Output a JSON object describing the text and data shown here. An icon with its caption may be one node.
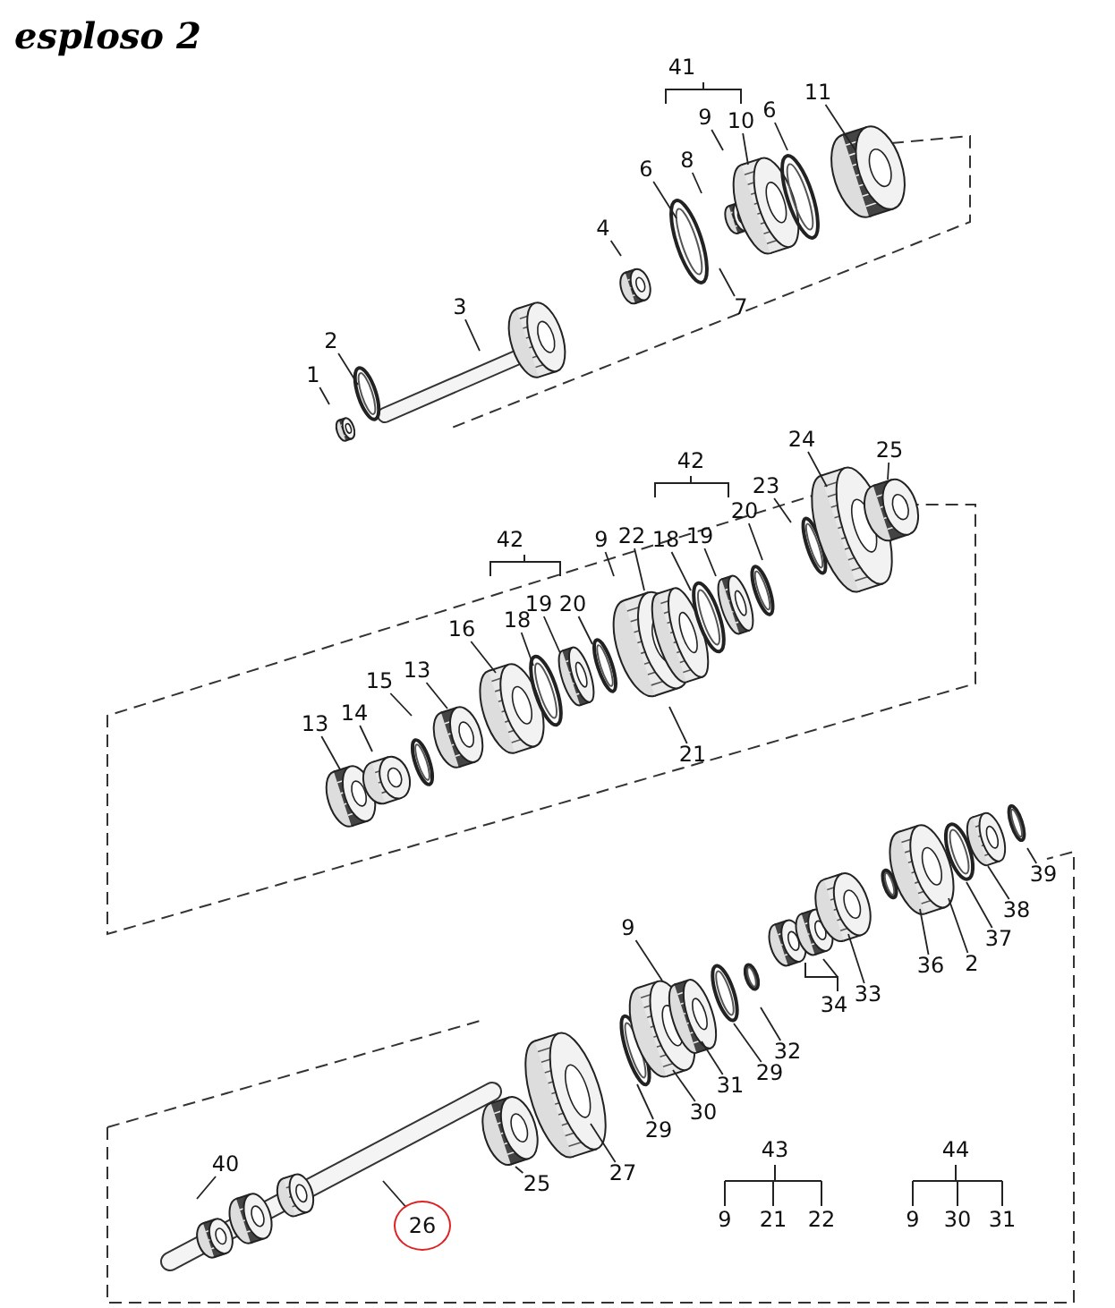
{
  "diagram": {
    "title": "esploso 2",
    "nodes": [
      {
        "text": [
          "9"
        ]
      },
      {
        "text": [
          "10"
        ]
      },
      {
        "text": [
          "6"
        ]
      },
      {
        "text": [
          "11"
        ]
      },
      {
        "text": [
          "8"
        ]
      },
      {
        "text": [
          "6"
        ]
      },
      {
        "text": [
          "4"
        ]
      },
      {
        "text": [
          "7"
        ]
      },
      {
        "text": [
          "3"
        ]
      },
      {
        "text": [
          "2"
        ]
      },
      {
        "text": [
          "1"
        ]
      },
      {
        "text": [
          "24"
        ]
      },
      {
        "text": [
          "25"
        ]
      },
      {
        "text": [
          "23"
        ]
      },
      {
        "text": [
          "9"
        ]
      },
      {
        "text": [
          "22"
        ]
      },
      {
        "text": [
          "18"
        ]
      },
      {
        "text": [
          "19"
        ]
      },
      {
        "text": [
          "20"
        ]
      },
      {
        "text": [
          "19"
        ]
      },
      {
        "text": [
          "20"
        ]
      },
      {
        "text": [
          "18"
        ]
      },
      {
        "text": [
          "16"
        ]
      },
      {
        "text": [
          "13"
        ]
      },
      {
        "text": [
          "15"
        ]
      },
      {
        "text": [
          "14"
        ]
      },
      {
        "text": [
          "13"
        ]
      },
      {
        "text": [
          "21"
        ]
      },
      {
        "text": [
          "39"
        ]
      },
      {
        "text": [
          "38"
        ]
      },
      {
        "text": [
          "37"
        ]
      },
      {
        "text": [
          "36"
        ]
      },
      {
        "text": [
          "2"
        ]
      },
      {
        "text": [
          "33"
        ]
      },
      {
        "text": [
          "9"
        ]
      },
      {
        "text": [
          "32"
        ]
      },
      {
        "text": [
          "29"
        ]
      },
      {
        "text": [
          "31"
        ]
      },
      {
        "text": [
          "30"
        ]
      },
      {
        "text": [
          "29"
        ]
      },
      {
        "text": [
          "27"
        ]
      },
      {
        "text": [
          "25"
        ]
      },
      {
        "text": [
          "40"
        ]
      },
      {
        "text": [
          "26"
        ]
      }
    ],
    "edges": [
      {
        "from": 0,
        "to": null,
        "arrow": "none"
      },
      {
        "from": 1,
        "to": null,
        "arrow": "none"
      },
      {
        "from": 2,
        "to": null,
        "arrow": "none"
      },
      {
        "from": 3,
        "to": null,
        "arrow": "none"
      },
      {
        "from": 4,
        "to": null,
        "arrow": "none"
      },
      {
        "from": 5,
        "to": null,
        "arrow": "none"
      },
      {
        "from": 6,
        "to": null,
        "arrow": "none"
      },
      {
        "from": 7,
        "to": null,
        "arrow": "none"
      },
      {
        "from": 8,
        "to": null,
        "arrow": "none"
      },
      {
        "from": 9,
        "to": null,
        "arrow": "none"
      },
      {
        "from": 10,
        "to": null,
        "arrow": "none"
      },
      {
        "from": 11,
        "to": null,
        "arrow": "none"
      },
      {
        "from": 12,
        "to": null,
        "arrow": "none"
      },
      {
        "from": 13,
        "to": null,
        "arrow": "none"
      },
      {
        "from": 14,
        "to": null,
        "arrow": "none"
      },
      {
        "from": 15,
        "to": null,
        "arrow": "none"
      },
      {
        "from": 16,
        "to": null,
        "arrow": "none"
      },
      {
        "from": 17,
        "to": null,
        "arrow": "none"
      },
      {
        "from": 18,
        "to": null,
        "arrow": "none"
      },
      {
        "from": 19,
        "to": null,
        "arrow": "none"
      },
      {
        "from": 20,
        "to": null,
        "arrow": "none"
      },
      {
        "from": 21,
        "to": null,
        "arrow": "none"
      },
      {
        "from": 22,
        "to": null,
        "arrow": "none"
      },
      {
        "from": 23,
        "to": null,
        "arrow": "none"
      },
      {
        "from": 24,
        "to": null,
        "arrow": "none"
      },
      {
        "from": 25,
        "to": null,
        "arrow": "none"
      },
      {
        "from": 26,
        "to": null,
        "arrow": "none"
      },
      {
        "from": 27,
        "to": null,
        "arrow": "none"
      },
      {
        "from": 28,
        "to": null,
        "arrow": "none"
      },
      {
        "from": 29,
        "to": null,
        "arrow": "none"
      },
      {
        "from": 30,
        "to": null,
        "arrow": "none"
      },
      {
        "from": 31,
        "to": null,
        "arrow": "none"
      },
      {
        "from": 32,
        "to": null,
        "arrow": "none"
      },
      {
        "from": 33,
        "to": null,
        "arrow": "none"
      },
      {
        "from": 34,
        "to": null,
        "arrow": "none"
      },
      {
        "from": 35,
        "to": null,
        "arrow": "none"
      },
      {
        "from": 36,
        "to": null,
        "arrow": "none"
      },
      {
        "from": 37,
        "to": null,
        "arrow": "none"
      },
      {
        "from": 38,
        "to": null,
        "arrow": "none"
      },
      {
        "from": 39,
        "to": null,
        "arrow": "none"
      },
      {
        "from": 40,
        "to": null,
        "arrow": "none"
      },
      {
        "from": 41,
        "to": null,
        "arrow": "none"
      },
      {
        "from": 42,
        "to": null,
        "arrow": "none"
      },
      {
        "from": 43,
        "to": null,
        "arrow": "none"
      }
    ],
    "labels": [
      "41",
      "42",
      "42",
      "34",
      "43",
      "9",
      "21",
      "22",
      "44",
      "9",
      "30",
      "31"
    ]
  }
}
